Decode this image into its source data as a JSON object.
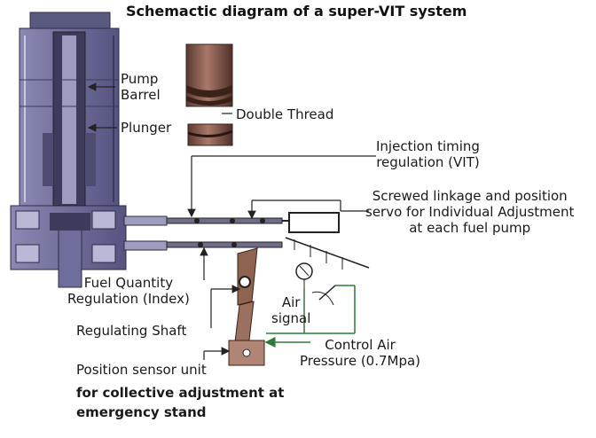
{
  "title": "Schemactic diagram of a super-VIT system",
  "labels": {
    "pump_barrel": [
      "Pump",
      "Barrel"
    ],
    "plunger": "Plunger",
    "double_thread": "Double Thread",
    "vit": [
      "Injection timing",
      "regulation (VIT)"
    ],
    "linkage": [
      "Screwed linkage and position",
      "servo for Individual Adjustment",
      "at each fuel pump"
    ],
    "fuel_quantity": [
      "Fuel Quantity",
      "Regulation (Index)"
    ],
    "air_signal": [
      "Air",
      "signal"
    ],
    "regulating_shaft": "Regulating Shaft",
    "control_air": [
      "Control Air",
      "Pressure (0.7Mpa)"
    ],
    "position_sensor": "Position sensor unit",
    "collective": [
      "for collective adjustment at",
      "emergency stand"
    ]
  },
  "colors": {
    "pump_body": "#6f6e9a",
    "pump_dark": "#3c3b5e",
    "thread_brown": "#8a5a48",
    "lever_brown": "#8e6450",
    "air_line": "#2f7a3a",
    "line": "#222222"
  }
}
